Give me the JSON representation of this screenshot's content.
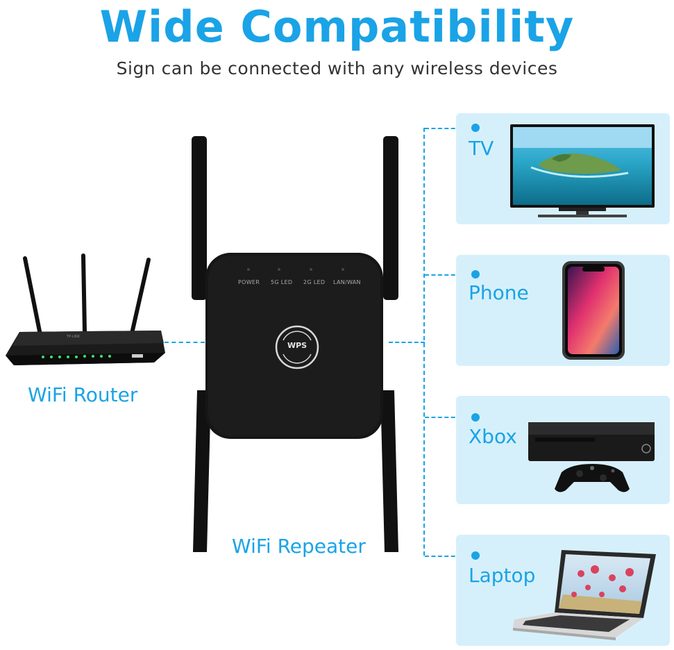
{
  "header": {
    "title": "Wide Compatibility",
    "subtitle": "Sign can be connected with any wireless devices"
  },
  "router": {
    "label": "WiFi Router",
    "brand": "TP-LINK"
  },
  "repeater": {
    "label": "WiFi Repeater",
    "leds": [
      "POWER",
      "5G LED",
      "2G LED",
      "LAN/WAN"
    ],
    "button_label": "WPS"
  },
  "devices": [
    {
      "label": "TV",
      "icon": "tv-icon"
    },
    {
      "label": "Phone",
      "icon": "phone-icon"
    },
    {
      "label": "Xbox",
      "icon": "xbox-icon"
    },
    {
      "label": "Laptop",
      "icon": "laptop-icon"
    }
  ],
  "colors": {
    "accent": "#1aa3e6",
    "card_bg": "#d6f0fb",
    "device_black": "#111111"
  }
}
